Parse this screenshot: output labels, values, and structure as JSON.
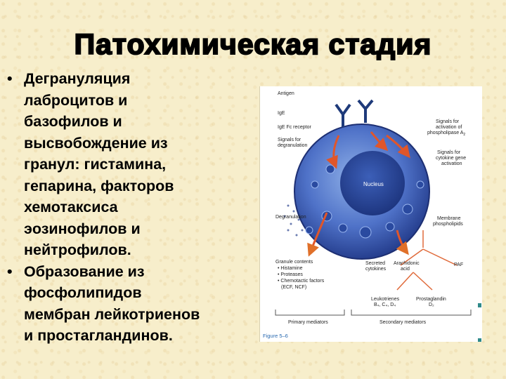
{
  "slide": {
    "title": "Патохимическая стадия",
    "bullets": [
      "Дегрануляция лаброцитов и базофилов и высвобождение из гранул: гистамина, гепарина, факторов хемотаксиса эозинофилов и нейтрофилов.",
      "Образование из фосфолипидов мембран лейкотриенов и простагландинов."
    ],
    "bullet_lines": [
      [
        "Дегрануляция",
        "лаброцитов и",
        "базофилов и",
        "высвобождение из",
        "гранул: гистамина,",
        "гепарина, факторов",
        "хемотаксиса",
        "эозинофилов и",
        "нейтрофилов."
      ],
      [
        "Образование из",
        "фосфолипидов",
        "мембран лейкотриенов",
        "и простагландинов."
      ]
    ]
  },
  "figure": {
    "labels": {
      "antigen": "Antigen",
      "ige": "IgE",
      "ige_fc_receptor": "IgE Fc receptor",
      "signals_degranulation_1": "Signals for",
      "signals_degranulation_2": "degranulation",
      "signals_phospholipase_1": "Signals for",
      "signals_phospholipase_2": "activation of",
      "signals_phospholipase_3": "phospholipase A",
      "signals_phospholipase_sub": "2",
      "signals_cytokine_1": "Signals for",
      "signals_cytokine_2": "cytokine gene",
      "signals_cytokine_3": "activation",
      "nucleus": "Nucleus",
      "degranulation": "Degranulation",
      "membrane_1": "Membrane",
      "membrane_2": "phospholipids",
      "granule_title": "Granule contents",
      "granule_1": "• Histamine",
      "granule_2": "• Proteases",
      "granule_3": "• Chemotactic factors",
      "granule_4": "(ECF, NCF)",
      "secreted_1": "Secreted",
      "secreted_2": "cytokines",
      "arachidonic_1": "Arachidonic",
      "arachidonic_2": "acid",
      "paf": "PAF",
      "leukotrienes": "Leukotrienes",
      "leuko_sub": "B₄, C₄, D₄",
      "prostaglandin": "Prostaglandin",
      "prosta_sub": "D₂",
      "primary_mediators": "Primary mediators",
      "secondary_mediators": "Secondary mediators",
      "caption": "Figure 5–6"
    }
  }
}
